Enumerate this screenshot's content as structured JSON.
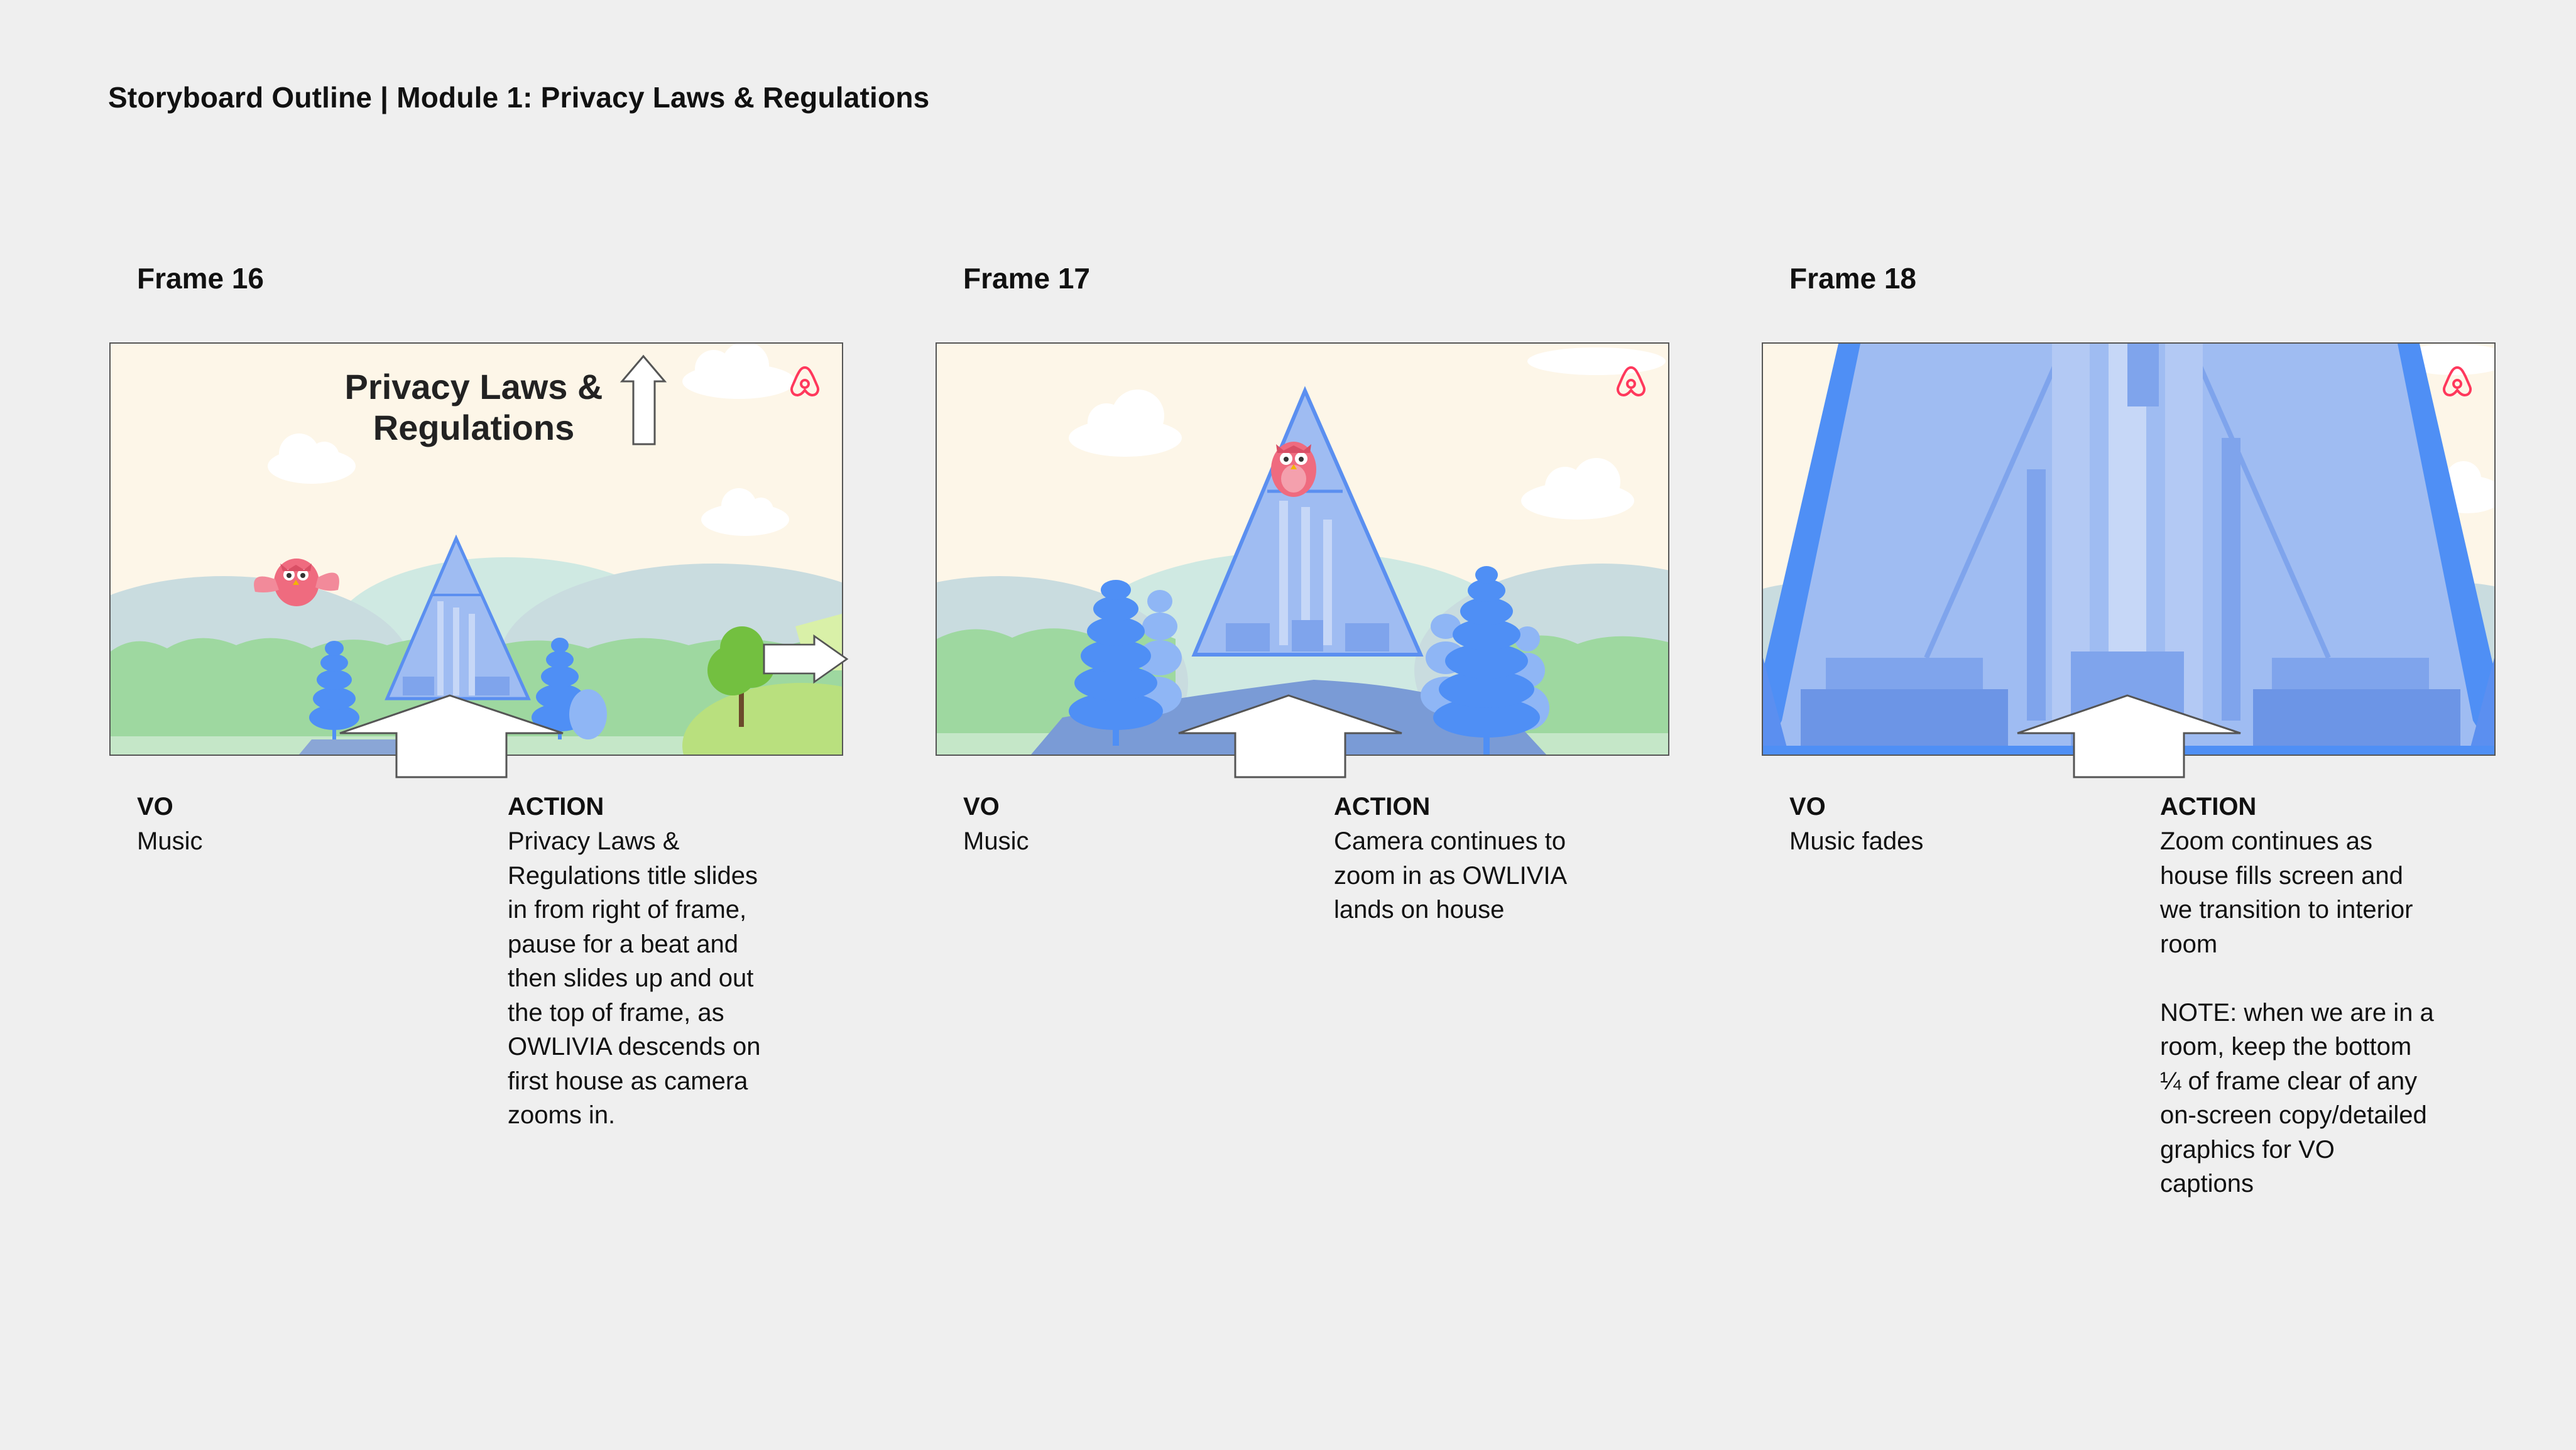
{
  "page": {
    "title": "Storyboard Outline | Module 1: Privacy Laws & Regulations"
  },
  "colors": {
    "background": "#efefef",
    "sky": "#fdf6e8",
    "house_blue": "#5b8ff0",
    "house_light": "#9fbcf2",
    "tree_blue": "#4f8ff5",
    "tree_light": "#8fb6f5",
    "grass": "#9ed8a0",
    "hill_mint": "#cfe9e2",
    "hill_gray": "#c9dcdf",
    "owl_pink": "#ef6b7f",
    "logo_red": "#ff385c",
    "green_tree": "#73c040"
  },
  "icons": [
    "airbnb-logo-icon",
    "arrow-up-icon",
    "arrow-right-icon",
    "owl-character-icon",
    "cloud-icon"
  ],
  "frames": [
    {
      "title": "Frame 16",
      "scene_title_line1": "Privacy Laws &",
      "scene_title_line2": "Regulations",
      "vo_label": "VO",
      "vo_text": "Music",
      "action_label": "ACTION",
      "action_text": "Privacy Laws &\nRegulations title slides\nin from right of frame,\npause for a beat and\nthen slides up and out\nthe top of frame, as\nOWLIVIA descends on\nfirst house as camera\nzooms in."
    },
    {
      "title": "Frame 17",
      "vo_label": "VO",
      "vo_text": "Music",
      "action_label": "ACTION",
      "action_text": "Camera continues to\nzoom in as OWLIVIA\nlands on house"
    },
    {
      "title": "Frame 18",
      "vo_label": "VO",
      "vo_text": "Music fades",
      "action_label": "ACTION",
      "action_text": "Zoom continues as\nhouse fills screen and\nwe transition to interior\nroom\n\nNOTE: when we are in a\nroom, keep the bottom\n¼ of frame clear of any\non-screen copy/detailed\ngraphics for  VO\ncaptions"
    }
  ]
}
